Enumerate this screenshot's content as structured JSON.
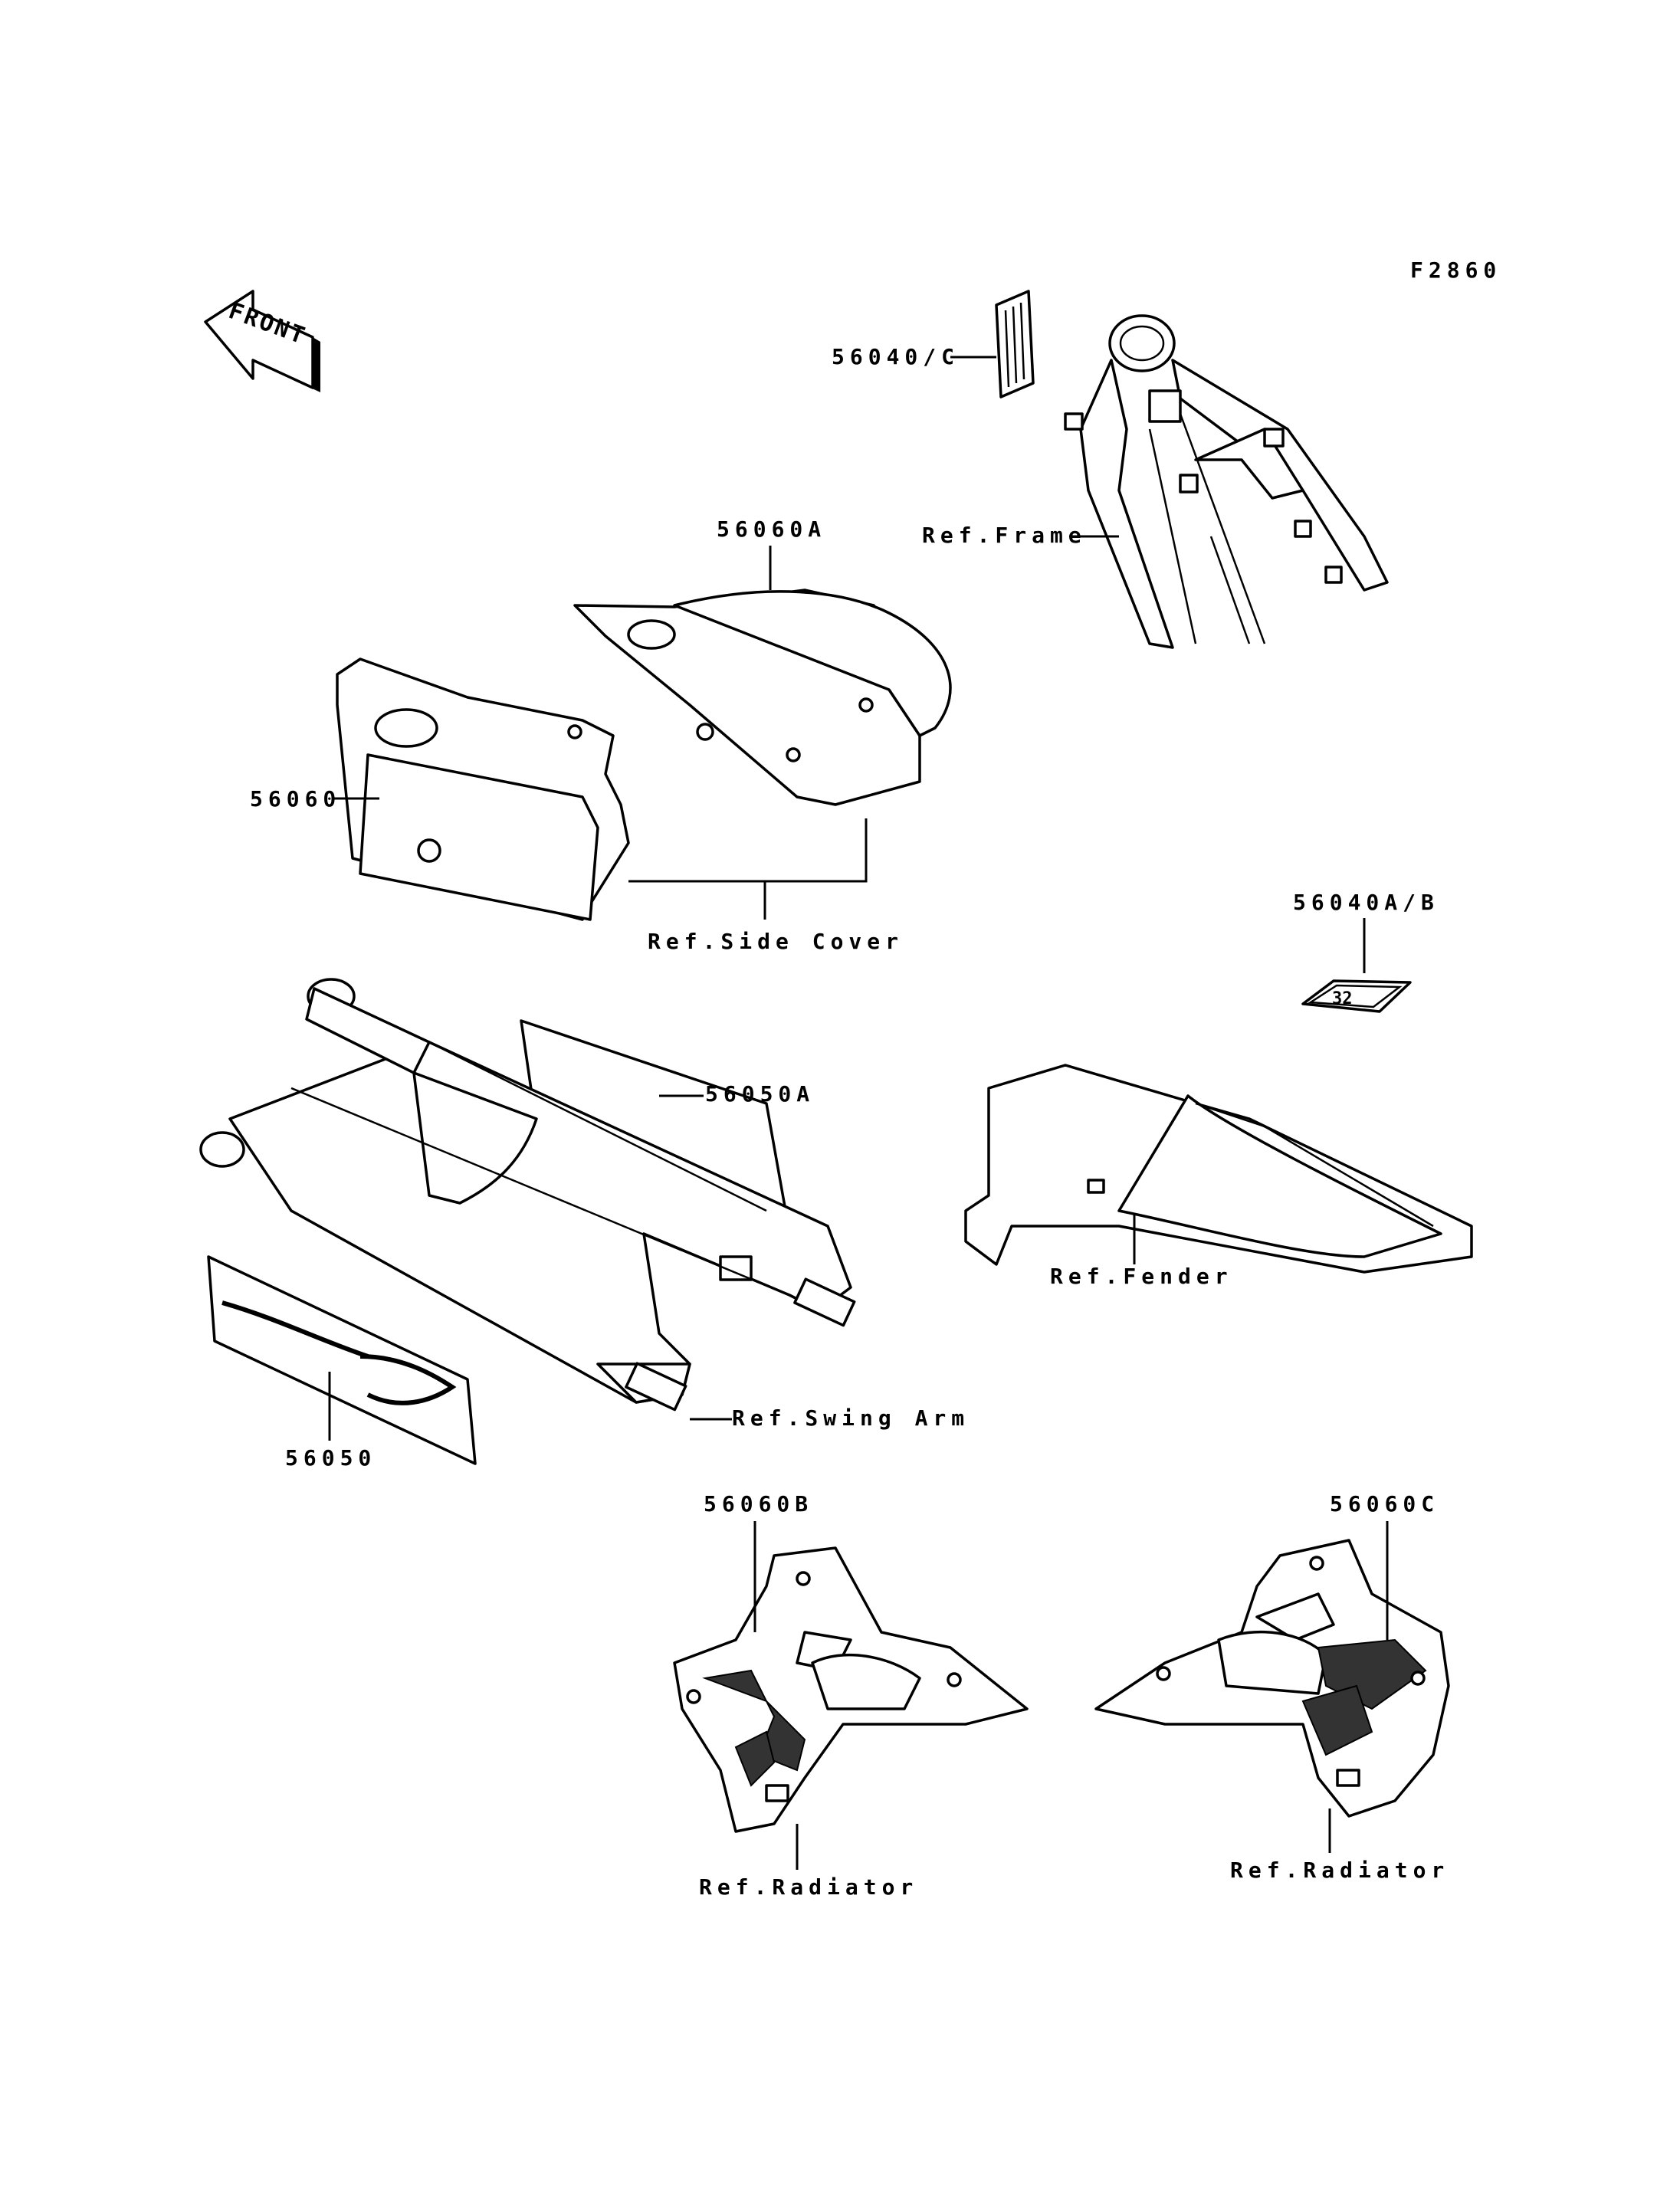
{
  "diagram_code": "F2860",
  "front_arrow_label": "FRONT",
  "decal_56040ab_text": "32",
  "labels": {
    "p56040c": "56040/C",
    "ref_frame": "Ref.Frame",
    "p56060a": "56060A",
    "p56060": "56060",
    "ref_side_cover": "Ref.Side Cover",
    "p56040ab": "56040A/B",
    "p56050a": "56050A",
    "ref_fender": "Ref.Fender",
    "ref_swing_arm": "Ref.Swing Arm",
    "p56050": "56050",
    "p56060b": "56060B",
    "p56060c": "56060C",
    "ref_radiator_left": "Ref.Radiator",
    "ref_radiator_right": "Ref.Radiator"
  }
}
